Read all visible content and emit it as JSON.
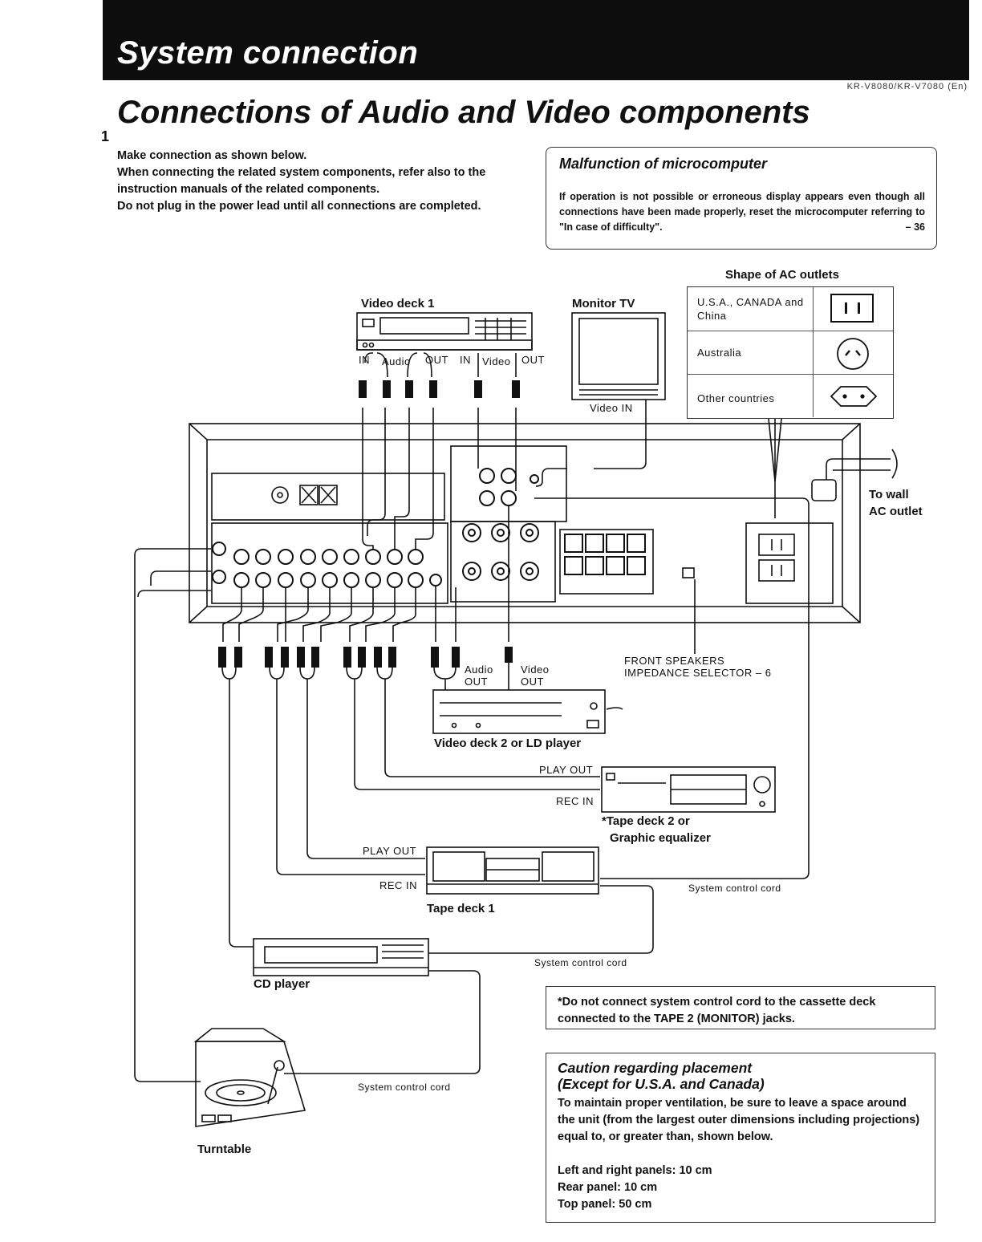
{
  "header": {
    "section_title": "System connection",
    "model_code": "KR-V8080/KR-V7080 (En)"
  },
  "heading": {
    "mark": "1",
    "title": "Connections of Audio and Video components"
  },
  "intro": {
    "line1": "Make  connection as shown below.",
    "para2": "When connecting the related system components, refer also to the instruction manuals of the related components.",
    "para3": "Do  not  plug  in  the  power  lead  until  all  connections  are completed."
  },
  "malfunction": {
    "title": "Malfunction of microcomputer",
    "text": "If operation is not possible or erroneous display appears even though all connections have been made properly, reset the microcomputer referring to \"In case of difficulty\".",
    "page_ref": "– 36"
  },
  "ac_outlets": {
    "title": "Shape of AC outlets",
    "rows": [
      {
        "name": "U.S.A., CANADA and China",
        "icon": "two-flat-pin-outlet-icon"
      },
      {
        "name": "Australia",
        "icon": "angled-pin-outlet-icon"
      },
      {
        "name": "Other countries",
        "icon": "round-pin-outlet-icon"
      }
    ]
  },
  "components": {
    "video_deck_1": "Video deck 1",
    "monitor_tv": "Monitor TV",
    "video_in": "Video IN",
    "to_wall": "To wall",
    "ac_outlet": "AC outlet",
    "front_speakers": "FRONT SPEAKERS",
    "impedance_selector": "IMPEDANCE SELECTOR",
    "impedance_ref": "– 6",
    "audio": "Audio",
    "video": "Video",
    "out": "OUT",
    "video_deck_2": "Video deck 2 or LD player",
    "play_out": "PLAY OUT",
    "rec_in": "REC IN",
    "tape_deck_2_line1": "*Tape deck 2 or",
    "tape_deck_2_line2": "Graphic equalizer",
    "tape_deck_1": "Tape deck 1",
    "system_control_cord": "System control cord",
    "cd_player": "CD player",
    "turntable": "Turntable"
  },
  "deck1_labels": {
    "in_a": "IN",
    "audio": "Audio",
    "out_a": "OUT",
    "in_v": "IN",
    "video": "Video",
    "out_v": "OUT"
  },
  "note": {
    "line1": "*Do not connect system control cord to the cassette deck",
    "line2": "connected to the TAPE 2 (MONITOR) jacks."
  },
  "caution": {
    "title1": "Caution regarding placement",
    "title2": "(Except for U.S.A. and Canada)",
    "text": "To maintain proper ventilation, be sure to leave a space around the unit (from the largest outer dimensions including projections) equal to, or greater than, shown below.",
    "items": [
      "Left and right panels: 10 cm",
      "Rear panel: 10 cm",
      "Top panel: 50 cm"
    ]
  }
}
